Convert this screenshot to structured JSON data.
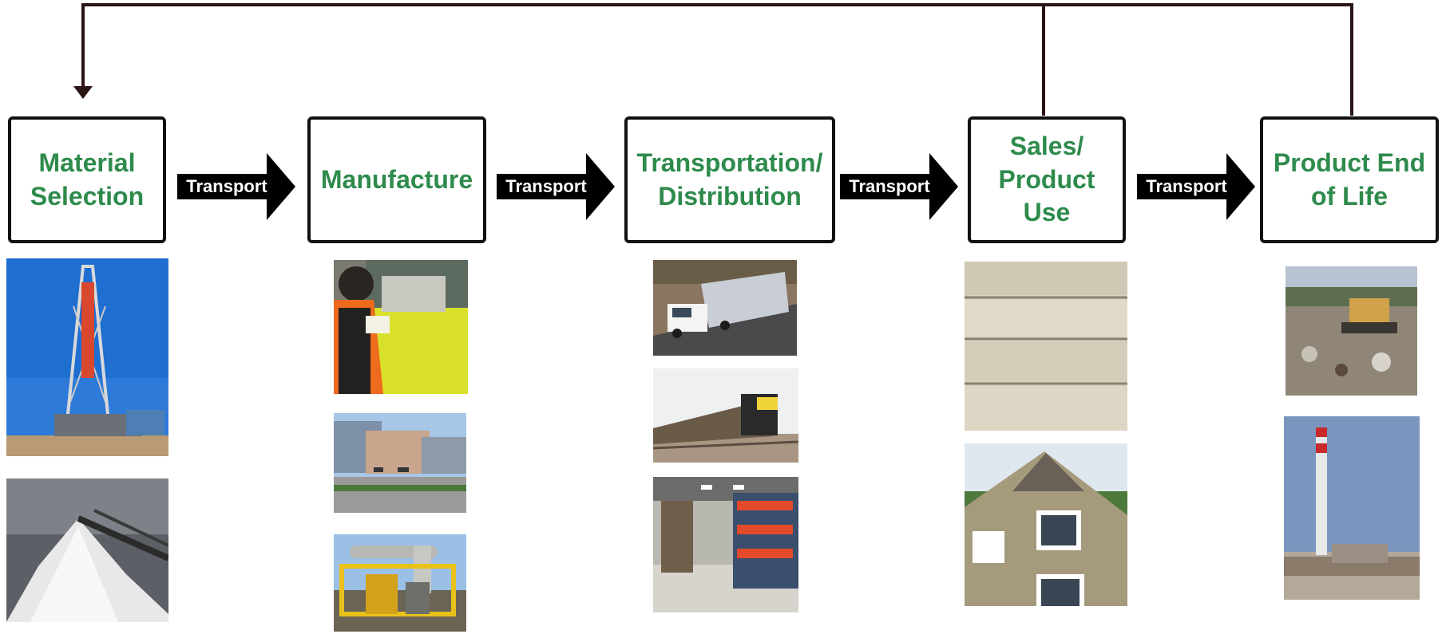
{
  "diagram": {
    "stages": [
      {
        "id": "material",
        "label": "Material\nSelection"
      },
      {
        "id": "manufacture",
        "label": "Manufacture"
      },
      {
        "id": "distribution",
        "label": "Transportation/\nDistribution"
      },
      {
        "id": "use",
        "label": "Sales/\nProduct\nUse"
      },
      {
        "id": "endoflife",
        "label": "Product End\nof Life"
      }
    ],
    "arrows": [
      {
        "label": "Transport"
      },
      {
        "label": "Transport"
      },
      {
        "label": "Transport"
      },
      {
        "label": "Transport"
      }
    ],
    "photos": [
      {
        "icon": "oil-drilling-rig-photo"
      },
      {
        "icon": "salt-conveyor-pile-photo"
      },
      {
        "icon": "factory-worker-photo"
      },
      {
        "icon": "manufacturing-plant-building-photo"
      },
      {
        "icon": "industrial-machinery-photo"
      },
      {
        "icon": "semi-truck-photo"
      },
      {
        "icon": "freight-train-photo"
      },
      {
        "icon": "warehouse-shelves-photo"
      },
      {
        "icon": "vinyl-siding-photo"
      },
      {
        "icon": "house-with-siding-photo"
      },
      {
        "icon": "landfill-bulldozer-photo"
      },
      {
        "icon": "incinerator-smokestack-photo"
      }
    ],
    "colors": {
      "stage_text": "#2e8b4c",
      "box_border": "#111111",
      "arrow_fill": "#000000",
      "arrow_text": "#ffffff",
      "feedback_line": "#2a1414"
    }
  }
}
